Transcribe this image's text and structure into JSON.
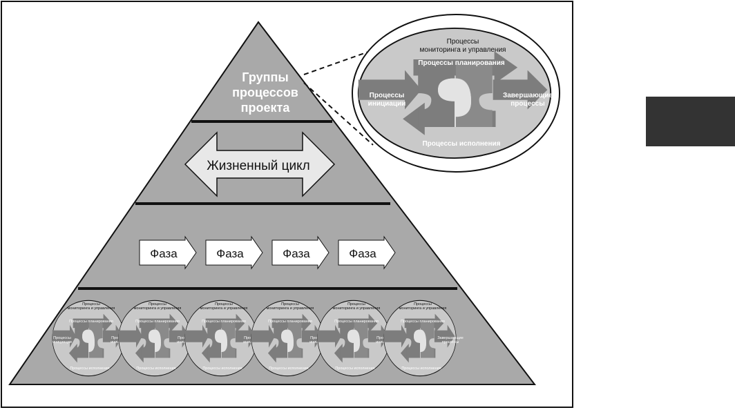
{
  "pyramid": {
    "top_label": [
      "Группы",
      "процессов",
      "проекта"
    ],
    "lifecycle_label": "Жизненный цикл",
    "phase_label": "Фаза",
    "phase_count": 4,
    "cycle_count": 6
  },
  "process_groups": {
    "monitoring": [
      "Процессы",
      "мониторинга и управления"
    ],
    "planning": "Процессы планирования",
    "initiation": [
      "Процессы",
      "инициации"
    ],
    "closing": [
      "Завершающие",
      "процессы"
    ],
    "execution": "Процессы исполнения"
  },
  "colors": {
    "pyramid_fill": "#a9a9a9",
    "band_line": "#111111",
    "cycle_fill": "#c9c9c9",
    "arrow_fill": "#7d7d7d",
    "block_fill": "#333333"
  }
}
